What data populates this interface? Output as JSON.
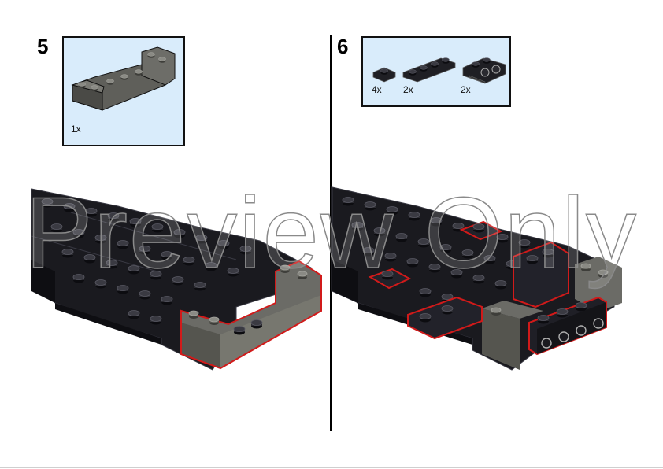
{
  "steps": [
    {
      "number": "5",
      "parts": [
        {
          "name": "dark-gray-bracket-brick",
          "qty": "1x"
        }
      ]
    },
    {
      "number": "6",
      "parts": [
        {
          "name": "black-plate-1x1",
          "qty": "4x"
        },
        {
          "name": "black-plate-1x4",
          "qty": "2x"
        },
        {
          "name": "black-bracket-plate",
          "qty": "2x"
        }
      ]
    }
  ],
  "watermark": "Preview Only",
  "colors": {
    "black_brick": "#1a1a1f",
    "dark_gray": "#6b6b66",
    "highlight": "#d11a1a",
    "parts_bg": "#d9ecfb"
  }
}
